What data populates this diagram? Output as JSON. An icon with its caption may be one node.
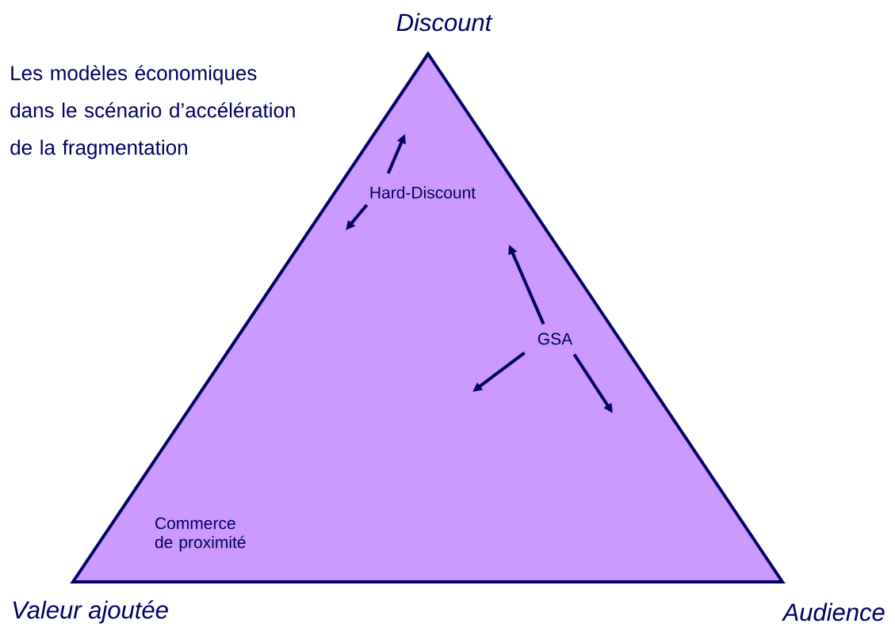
{
  "diagram": {
    "title": "Les modèles économiques dans le scénario d’accélération de la fragmentation",
    "nodes": [
      {
        "text": [],
        "shape": "triangle"
      },
      {
        "text": [
          "Hard-Discount"
        ],
        "in": 0
      },
      {
        "text": [
          "GSA"
        ],
        "in": 0
      },
      {
        "text": [
          "Commerce de proximité"
        ],
        "in": 0
      }
    ],
    "edges": [
      {
        "from": 1,
        "to": null,
        "arrow": "to"
      },
      {
        "from": 1,
        "to": null,
        "arrow": "to"
      },
      {
        "from": 2,
        "to": null,
        "arrow": "to"
      },
      {
        "from": 2,
        "to": null,
        "arrow": "to"
      },
      {
        "from": 2,
        "to": null,
        "arrow": "to"
      }
    ],
    "labels": [
      "Discount",
      "Valeur ajoutée",
      "Audience"
    ]
  }
}
